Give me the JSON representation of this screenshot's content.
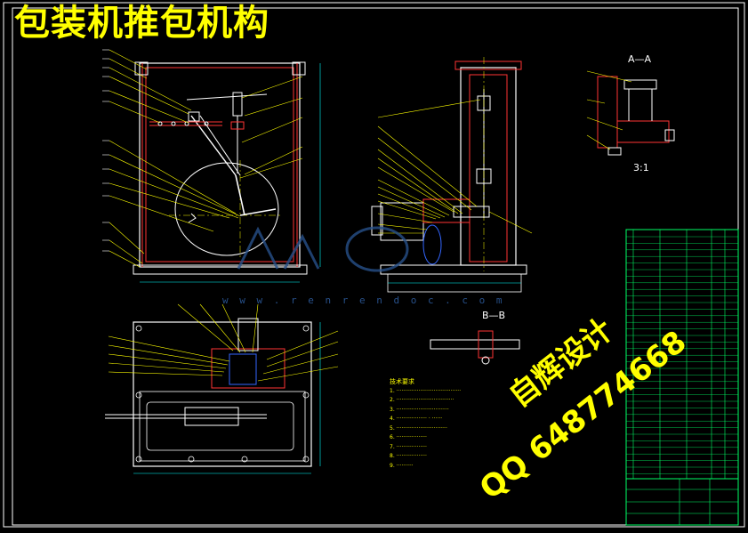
{
  "drawing": {
    "title": "包装机推包机构",
    "section_labels": {
      "aa": "A—A",
      "aa_sub": "3:1",
      "bb": "B—B"
    },
    "watermark_url": "w w w . r e n r e n d o c . c o m",
    "stamp_text": {
      "line1": "自辉设计",
      "line2": "QQ 648774668"
    },
    "notes_title": "技术要求",
    "notes": [
      "1. ······································",
      "2. ··································",
      "3. ·······························",
      "4. ·················· · ······",
      "5. ······························",
      "6. ··················",
      "7. ··················",
      "8. ··················",
      "9. ··········"
    ]
  },
  "colors": {
    "background": "#000000",
    "frame": "#ffffff",
    "part_outline": "#ffffff",
    "cut_section": "#ff3333",
    "leader_lines": "#ffff00",
    "center_lines": "#ffff00",
    "dimensions": "#00ffff",
    "hidden_parts": "#ff00ff",
    "title_block": "#00ff66",
    "detail_blue": "#3366ff"
  }
}
